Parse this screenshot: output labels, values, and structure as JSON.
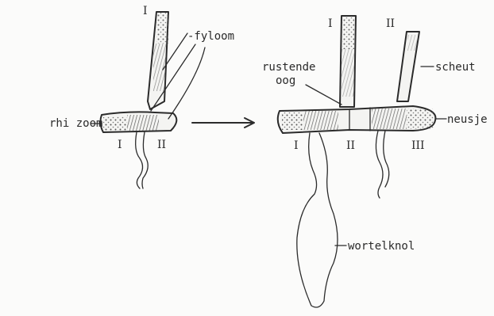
{
  "labels": {
    "fyloom": "-fyloom",
    "rhizoom": "rhi zoom",
    "rustende": "rustende",
    "oog": "oog",
    "scheut": "scheut",
    "neusje": "neusje",
    "wortelknol": "wortelknol"
  },
  "numerals": {
    "left_top": "I",
    "left_bottom_1": "I",
    "left_bottom_2": "II",
    "right_top_1": "I",
    "right_top_2": "II",
    "right_bottom_1": "I",
    "right_bottom_2": "II",
    "right_bottom_3": "III"
  }
}
